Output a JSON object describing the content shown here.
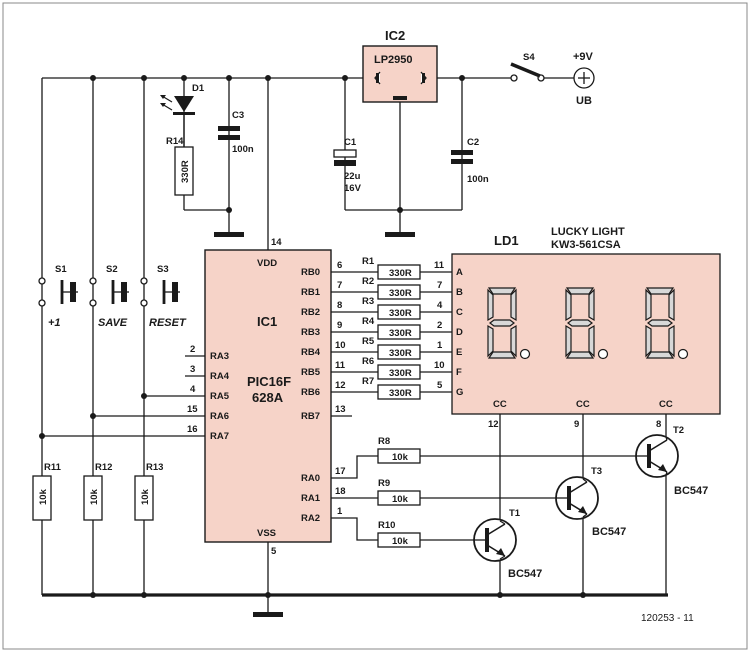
{
  "supply": {
    "voltage": "+9V",
    "name": "UB",
    "switch": "S4"
  },
  "regulator": {
    "ref": "IC2",
    "part": "LP2950"
  },
  "led": {
    "ref": "D1",
    "resistor_ref": "R14",
    "resistor_value": "330R"
  },
  "capacitors": {
    "c1": {
      "ref": "C1",
      "value": "22u",
      "voltage": "16V"
    },
    "c2": {
      "ref": "C2",
      "value": "100n"
    },
    "c3": {
      "ref": "C3",
      "value": "100n"
    }
  },
  "switches": [
    {
      "ref": "S1",
      "function": "+1"
    },
    {
      "ref": "S2",
      "function": "SAVE"
    },
    {
      "ref": "S3",
      "function": "RESET"
    }
  ],
  "pullups": [
    {
      "ref": "R11",
      "value": "10k"
    },
    {
      "ref": "R12",
      "value": "10k"
    },
    {
      "ref": "R13",
      "value": "10k"
    }
  ],
  "mcu": {
    "ref": "IC1",
    "part_line1": "PIC16F",
    "part_line2": "628A",
    "vdd": "VDD",
    "vdd_pin": "14",
    "vss": "VSS",
    "vss_pin": "5",
    "left_pins": [
      {
        "pin": "2",
        "name": "RA3"
      },
      {
        "pin": "3",
        "name": "RA4"
      },
      {
        "pin": "4",
        "name": "RA5"
      },
      {
        "pin": "15",
        "name": "RA6"
      },
      {
        "pin": "16",
        "name": "RA7"
      }
    ],
    "port_b": [
      {
        "pin": "6",
        "name": "RB0"
      },
      {
        "pin": "7",
        "name": "RB1"
      },
      {
        "pin": "8",
        "name": "RB2"
      },
      {
        "pin": "9",
        "name": "RB3"
      },
      {
        "pin": "10",
        "name": "RB4"
      },
      {
        "pin": "11",
        "name": "RB5"
      },
      {
        "pin": "12",
        "name": "RB6"
      },
      {
        "pin": "13",
        "name": "RB7"
      }
    ],
    "port_a": [
      {
        "pin": "17",
        "name": "RA0"
      },
      {
        "pin": "18",
        "name": "RA1"
      },
      {
        "pin": "1",
        "name": "RA2"
      }
    ]
  },
  "segment_resistors": [
    {
      "ref": "R1",
      "value": "330R",
      "display_pin": "11",
      "segment": "A"
    },
    {
      "ref": "R2",
      "value": "330R",
      "display_pin": "7",
      "segment": "B"
    },
    {
      "ref": "R3",
      "value": "330R",
      "display_pin": "4",
      "segment": "C"
    },
    {
      "ref": "R4",
      "value": "330R",
      "display_pin": "2",
      "segment": "D"
    },
    {
      "ref": "R5",
      "value": "330R",
      "display_pin": "1",
      "segment": "E"
    },
    {
      "ref": "R6",
      "value": "330R",
      "display_pin": "10",
      "segment": "F"
    },
    {
      "ref": "R7",
      "value": "330R",
      "display_pin": "5",
      "segment": "G"
    }
  ],
  "display": {
    "ref": "LD1",
    "brand": "LUCKY LIGHT",
    "part": "KW3-561CSA",
    "commons": [
      {
        "label": "CC",
        "pin": "12"
      },
      {
        "label": "CC",
        "pin": "9"
      },
      {
        "label": "CC",
        "pin": "8"
      }
    ]
  },
  "base_resistors": [
    {
      "ref": "R8",
      "value": "10k"
    },
    {
      "ref": "R9",
      "value": "10k"
    },
    {
      "ref": "R10",
      "value": "10k"
    }
  ],
  "transistors": [
    {
      "ref": "T1",
      "part": "BC547"
    },
    {
      "ref": "T2",
      "part": "BC547"
    },
    {
      "ref": "T3",
      "part": "BC547"
    }
  ],
  "figure_number": "120253 - 11"
}
